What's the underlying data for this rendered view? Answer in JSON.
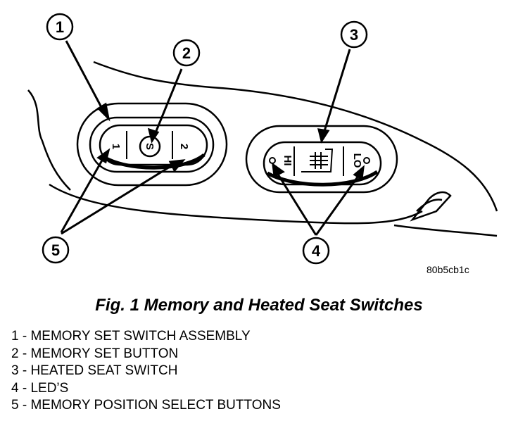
{
  "callouts": [
    {
      "id": "1",
      "label": "1"
    },
    {
      "id": "2",
      "label": "2"
    },
    {
      "id": "3",
      "label": "3"
    },
    {
      "id": "4",
      "label": "4"
    },
    {
      "id": "5",
      "label": "5"
    }
  ],
  "switch_markings": {
    "memory_button_1": "1",
    "memory_set_button": "S",
    "memory_button_2": "2",
    "heat_high": "HI",
    "heat_low": "LO"
  },
  "figure_code": "80b5cb1c",
  "caption": "Fig. 1 Memory and Heated Seat Switches",
  "legend": [
    "1 - MEMORY SET SWITCH ASSEMBLY",
    "2 - MEMORY SET BUTTON",
    "3 - HEATED SEAT SWITCH",
    "4 - LED’S",
    "5 - MEMORY POSITION SELECT BUTTONS"
  ]
}
